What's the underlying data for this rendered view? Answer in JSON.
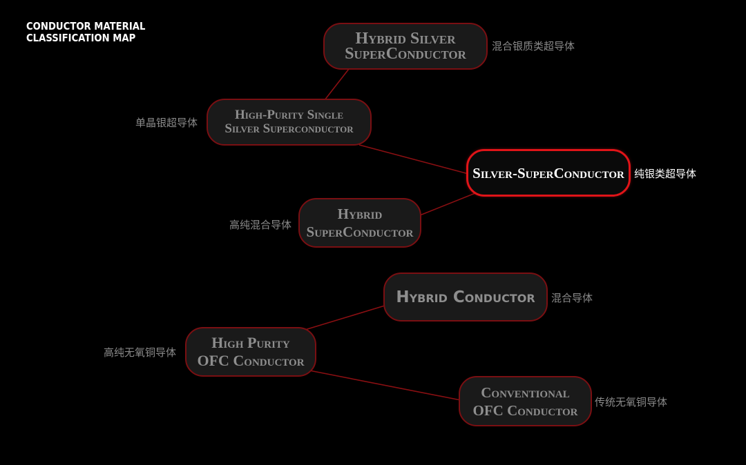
{
  "title": [
    "Conductor Material",
    "Classification Map"
  ],
  "colors": {
    "background": "#000000",
    "node_fill": "#1a1a1a",
    "node_border": "#7a0f12",
    "root_border": "#e01418",
    "link": "#8a0f12",
    "text_grey": "#8e8e8e",
    "text_white": "#ffffff"
  },
  "nodes": {
    "root": {
      "lines": [
        "Silver-SuperConductor"
      ],
      "cn": "纯银类超导体"
    },
    "hybrid_silver": {
      "lines": [
        "Hybrid Silver",
        "SuperConductor"
      ],
      "cn": "混合银质类超导体"
    },
    "high_purity_single": {
      "lines": [
        "High-Purity Single",
        "Silver Superconductor"
      ],
      "cn": "单晶银超导体"
    },
    "hybrid_super": {
      "lines": [
        "Hybrid",
        "SuperConductor"
      ],
      "cn": "高纯混合导体"
    },
    "hybrid_conductor": {
      "lines": [
        "Hybrid Conductor"
      ],
      "cn": "混合导体"
    },
    "high_purity_ofc": {
      "lines": [
        "High Purity",
        "OFC Conductor"
      ],
      "cn": "高纯无氧铜导体"
    },
    "conventional_ofc": {
      "lines": [
        "Conventional",
        "OFC Conductor"
      ],
      "cn": "传统无氧铜导体"
    }
  }
}
